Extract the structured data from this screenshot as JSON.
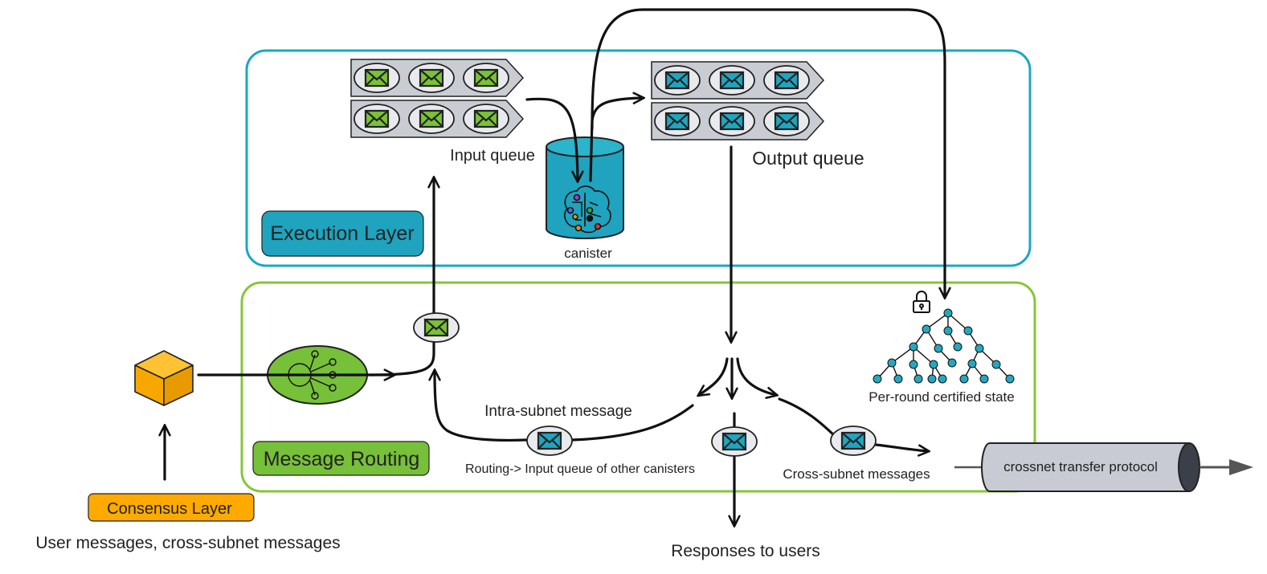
{
  "labels": {
    "execution_layer": "Execution Layer",
    "message_routing": "Message Routing",
    "consensus_layer": "Consensus Layer",
    "input_queue": "Input queue",
    "output_queue": "Output queue",
    "canister": "canister",
    "per_round_state": "Per-round certified state",
    "intra_subnet": "Intra-subnet message",
    "routing_other": "Routing-> Input queue of other canisters",
    "cross_subnet": "Cross-subnet messages",
    "crossnet_protocol": "crossnet transfer protocol",
    "user_messages": "User messages, cross-subnet messages",
    "responses": "Responses to users"
  },
  "colors": {
    "execution_border": "#1aa8c2",
    "execution_fill": "#1fa3be",
    "routing_border": "#86c63a",
    "routing_fill": "#77c03a",
    "consensus_fill": "#ffaa00",
    "queue_fill": "#c9cdd3",
    "msg_green": "#79c335",
    "msg_teal": "#1ea6c0",
    "tree_node": "#23a9bf",
    "pipe": "#c8cbd3"
  },
  "icons": {
    "message": "envelope-icon",
    "lock": "lock-icon",
    "router": "router-icon",
    "block": "cube-icon",
    "canister": "database-icon",
    "state_tree": "tree-icon"
  }
}
